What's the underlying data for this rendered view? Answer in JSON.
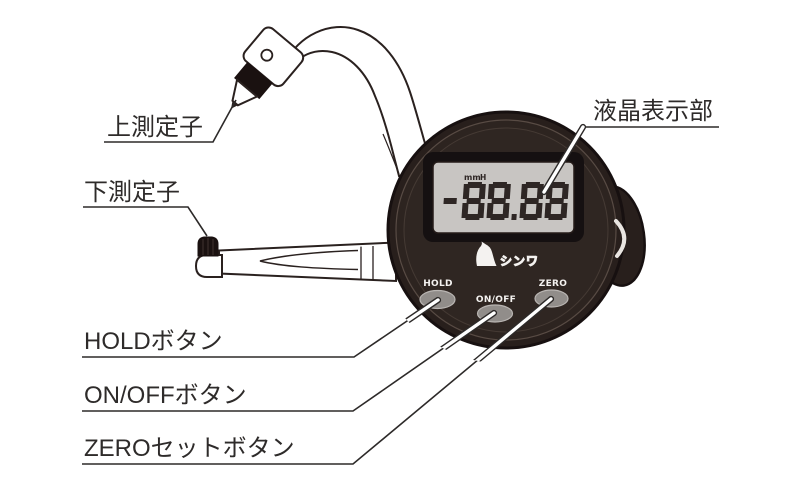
{
  "diagram_title": "digital-thickness-gauge-parts-diagram",
  "annotations": {
    "upper_probe": {
      "label": "上測定子"
    },
    "lower_probe": {
      "label": "下測定子"
    },
    "lcd": {
      "label": "液晶表示部"
    },
    "hold": {
      "label": "HOLDボタン"
    },
    "onoff": {
      "label": "ON/OFFボタン"
    },
    "zero": {
      "label": "ZEROセットボタン"
    }
  },
  "device": {
    "brand": "シンワ",
    "logo_icon": "penguin-icon",
    "display": {
      "value": "-88.88",
      "units": "mm",
      "hold_indicator": "H"
    },
    "buttons": [
      {
        "label": "HOLD"
      },
      {
        "label": "ON/OFF"
      },
      {
        "label": "ZERO"
      }
    ]
  },
  "colors": {
    "body": "#281f1c",
    "body_edge": "#171010",
    "ring_light": "#584b44",
    "screen": "#c8c5c2",
    "lcd_bezel": "#151011",
    "segment": "#2e2624",
    "button": "#918d8a",
    "button_rim": "#b9b5b2",
    "label_text": "#2e2b2a",
    "leader_line": "#2d2a29",
    "white": "#ffffff"
  }
}
